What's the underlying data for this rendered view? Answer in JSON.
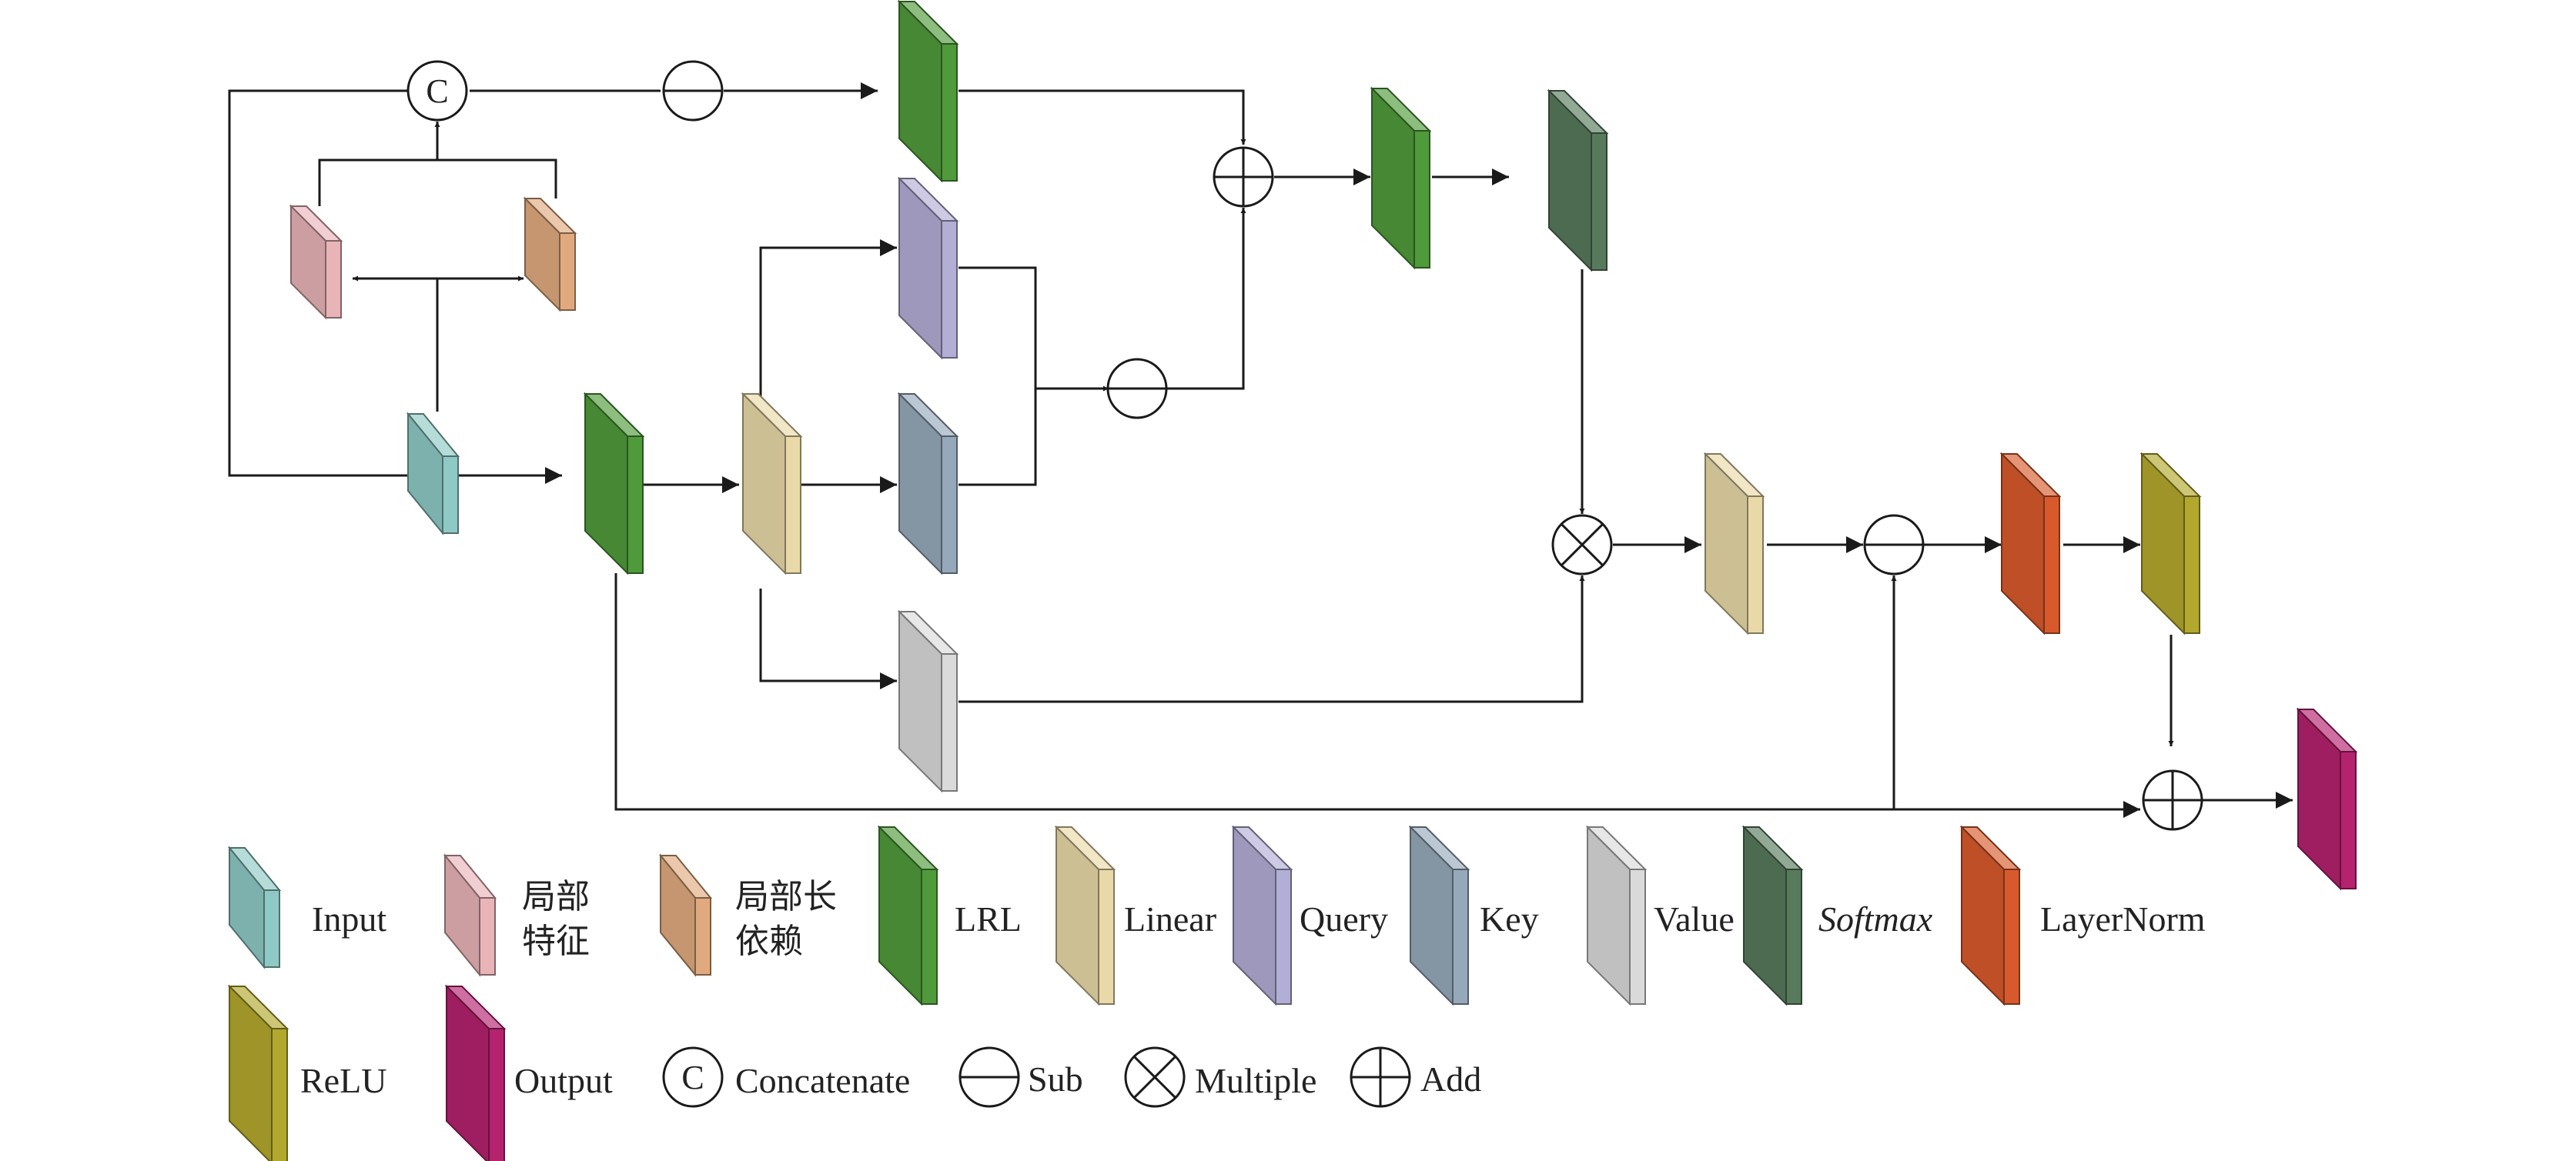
{
  "legend": {
    "input": "Input",
    "local_feature": [
      "局部",
      "特征"
    ],
    "local_long_dependency": [
      "局部长",
      "依赖"
    ],
    "lrl": "LRL",
    "linear": "Linear",
    "query": "Query",
    "key": "Key",
    "value": "Value",
    "softmax": "Softmax",
    "layernorm": "LayerNorm",
    "relu": "ReLU",
    "output": "Output",
    "concatenate": "Concatenate",
    "sub": "Sub",
    "multiple": "Multiple",
    "add": "Add"
  },
  "concat_symbol": "C",
  "colors": {
    "input": "#8ec9c5",
    "local_feature": "#e8b4b8",
    "local_long_dependency": "#e0aa7e",
    "lrl": "#4f9a3a",
    "linear": "#e9d9a8",
    "query": "#b3aed6",
    "key": "#96a9ba",
    "value": "#dadada",
    "softmax": "#587a5c",
    "layernorm": "#d85a2c",
    "relu": "#b3a82e",
    "output": "#b5226e"
  }
}
